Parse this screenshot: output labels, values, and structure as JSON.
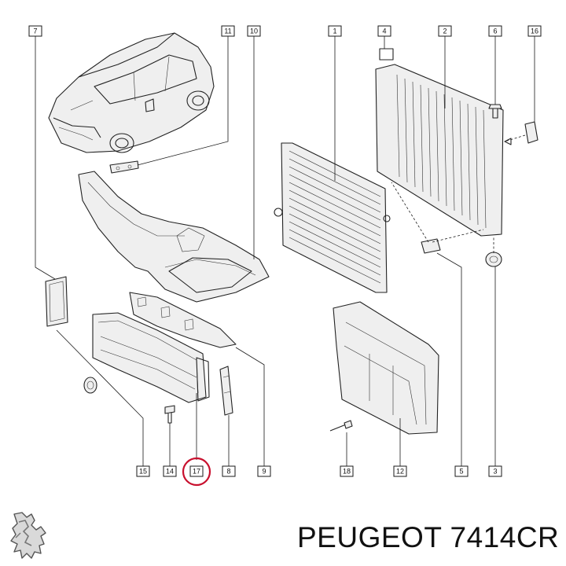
{
  "callouts": [
    {
      "id": "c7",
      "label": "7"
    },
    {
      "id": "c11",
      "label": "11"
    },
    {
      "id": "c10",
      "label": "10"
    },
    {
      "id": "c1",
      "label": "1"
    },
    {
      "id": "c4",
      "label": "4"
    },
    {
      "id": "c2",
      "label": "2"
    },
    {
      "id": "c6",
      "label": "6"
    },
    {
      "id": "c16",
      "label": "16"
    },
    {
      "id": "c15",
      "label": "15"
    },
    {
      "id": "c14",
      "label": "14"
    },
    {
      "id": "c17",
      "label": "17"
    },
    {
      "id": "c8",
      "label": "8"
    },
    {
      "id": "c9",
      "label": "9"
    },
    {
      "id": "c18",
      "label": "18"
    },
    {
      "id": "c12",
      "label": "12"
    },
    {
      "id": "c5",
      "label": "5"
    },
    {
      "id": "c3",
      "label": "3"
    }
  ],
  "highlight": {
    "callout": "17",
    "color": "#c8102e"
  },
  "footer": {
    "part_reference": "PEUGEOT 7414CR"
  },
  "logo": {
    "icon": "peugeot-lion-icon"
  }
}
